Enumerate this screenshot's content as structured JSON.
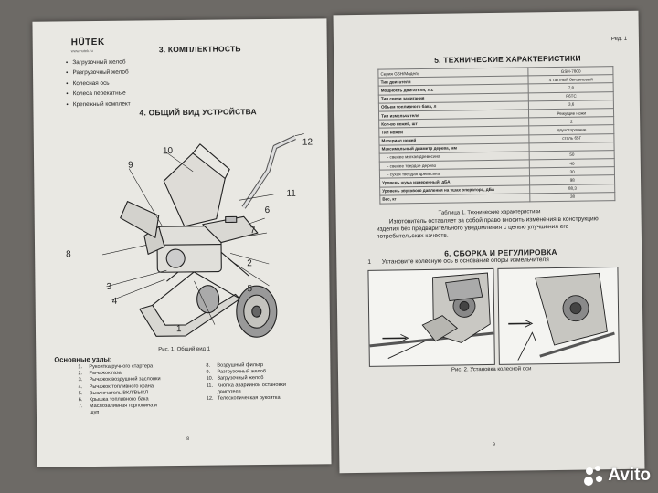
{
  "left_page": {
    "brand": "HÜTEK",
    "site": "www.hutek.ru",
    "section3_title": "3. КОМПЛЕКТНОСТЬ",
    "kit_items": [
      "Загрузочный желоб",
      "Разгрузочный желоб",
      "Колесная ось",
      "Колеса перекатные",
      "Крепежный комплект"
    ],
    "section4_title": "4. ОБЩИЙ ВИД УСТРОЙСТВА",
    "callouts": [
      "1",
      "2",
      "3",
      "4",
      "5",
      "6",
      "7",
      "8",
      "9",
      "10",
      "11",
      "12"
    ],
    "figure_caption": "Рис. 1. Общий вид 1",
    "main_parts_title": "Основные узлы:",
    "parts_left": [
      {
        "n": "1.",
        "t": "Рукоятка ручного стартера"
      },
      {
        "n": "2.",
        "t": "Рычажок газа"
      },
      {
        "n": "3.",
        "t": "Рычажок воздушной заслонки"
      },
      {
        "n": "4.",
        "t": "Рычажок топливного крана"
      },
      {
        "n": "5.",
        "t": "Выключатель ВКЛ/ВЫКЛ"
      },
      {
        "n": "6.",
        "t": "Крышка топливного бака"
      },
      {
        "n": "7.",
        "t": "Маслозаливная горловина и"
      },
      {
        "n": "",
        "t": "щуп"
      }
    ],
    "parts_right": [
      {
        "n": "8.",
        "t": "Воздушный фильтр"
      },
      {
        "n": "9.",
        "t": "Разгрузочный желоб"
      },
      {
        "n": "10.",
        "t": "Загрузочный желоб"
      },
      {
        "n": "11.",
        "t": "Кнопка аварийной остановки"
      },
      {
        "n": "",
        "t": "двигателя"
      },
      {
        "n": "12.",
        "t": "Телескопическая рукоятка"
      }
    ],
    "page_number": "8"
  },
  "right_page": {
    "revision": "Ред. 1",
    "section5_title": "5. ТЕХНИЧЕСКИЕ ХАРАКТЕРИСТИКИ",
    "spec_rows": [
      {
        "p": "Серия GSH/Модель",
        "v": "GSH-7800",
        "style": "hdr"
      },
      {
        "p": "Тип двигателя",
        "v": "4 тактный бензиновый",
        "style": "p"
      },
      {
        "p": "Мощность двигателя, л.с",
        "v": "7,8",
        "style": "p"
      },
      {
        "p": "Тип свечи зажигания",
        "v": "F6TC",
        "style": "p"
      },
      {
        "p": "Объем топливного бака, л",
        "v": "3,6",
        "style": "p"
      },
      {
        "p": "Тип измельчителя",
        "v": "Режущие ножи",
        "style": "p"
      },
      {
        "p": "Кол-во ножей, шт",
        "v": "2",
        "style": "p"
      },
      {
        "p": "Тип ножей",
        "v": "двухсторонние",
        "style": "p"
      },
      {
        "p": "Материал ножей",
        "v": "сталь 65Г",
        "style": "p"
      },
      {
        "p": "Максимальный диаметр дерева, мм",
        "v": "",
        "style": "p"
      },
      {
        "p": "- свежее мягкая древесина",
        "v": "50",
        "style": "ind"
      },
      {
        "p": "- свежее твердое дерево",
        "v": "40",
        "style": "ind"
      },
      {
        "p": "- сухая твердая древесина",
        "v": "30",
        "style": "ind"
      },
      {
        "p": "Уровень шума измеренный, дБА",
        "v": "98",
        "style": "p"
      },
      {
        "p": "Уровень звукового давления на ушах оператора, дБА",
        "v": "88,3",
        "style": "p"
      },
      {
        "p": "Вес, кг",
        "v": "38",
        "style": "p"
      }
    ],
    "table_caption": "Таблица 1. Технические характеристики",
    "notice_line1": "Изготовитель оставляет за собой право вносить изменения в конструкцию",
    "notice_line2": "изделия без предварительного уведомления с целью улучшения его",
    "notice_line3": "потребительских качеств.",
    "section6_title": "6. СБОРКА И РЕГУЛИРОВКА",
    "step1_num": "1",
    "step1_text": "Установите колесную ось в основание опоры измельчителя",
    "figure2_caption": "Рис. 2. Установка колесной оси",
    "page_number": "9"
  },
  "watermark": "Avito"
}
